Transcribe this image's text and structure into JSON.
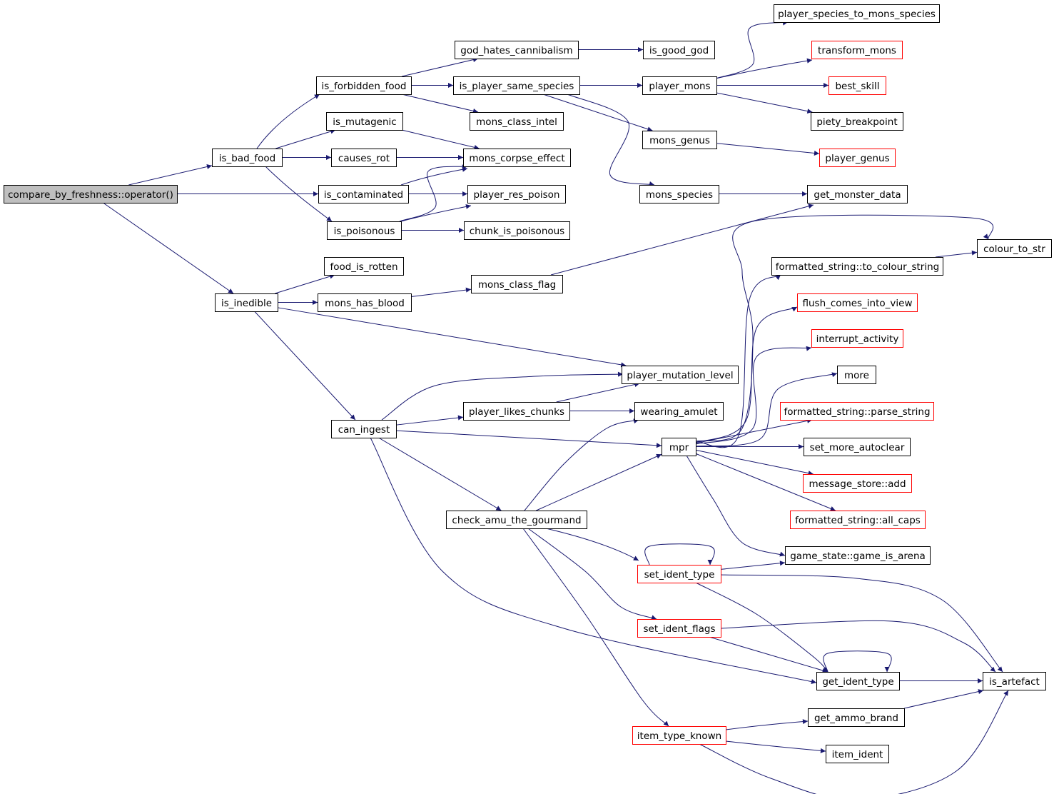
{
  "colors": {
    "edge": "#191970",
    "node_border": "#000000",
    "node_border_link": "#ff0000",
    "root_fill": "#bfbfbf",
    "node_fill": "#ffffff",
    "text": "#000000"
  },
  "nodes": {
    "root": {
      "label": "compare_by_freshness::operator()",
      "style": "root"
    },
    "is_bad_food": {
      "label": "is_bad_food",
      "style": "normal"
    },
    "is_contaminated": {
      "label": "is_contaminated",
      "style": "normal"
    },
    "is_inedible": {
      "label": "is_inedible",
      "style": "normal"
    },
    "is_forbidden_food": {
      "label": "is_forbidden_food",
      "style": "normal"
    },
    "is_mutagenic": {
      "label": "is_mutagenic",
      "style": "normal"
    },
    "causes_rot": {
      "label": "causes_rot",
      "style": "normal"
    },
    "is_poisonous": {
      "label": "is_poisonous",
      "style": "normal"
    },
    "god_hates_cannibalism": {
      "label": "god_hates_cannibalism",
      "style": "normal"
    },
    "is_player_same_species": {
      "label": "is_player_same_species",
      "style": "normal"
    },
    "mons_class_intel": {
      "label": "mons_class_intel",
      "style": "normal"
    },
    "mons_corpse_effect": {
      "label": "mons_corpse_effect",
      "style": "normal"
    },
    "player_res_poison": {
      "label": "player_res_poison",
      "style": "normal"
    },
    "chunk_is_poisonous": {
      "label": "chunk_is_poisonous",
      "style": "normal"
    },
    "is_good_god": {
      "label": "is_good_god",
      "style": "normal"
    },
    "player_mons": {
      "label": "player_mons",
      "style": "normal"
    },
    "mons_genus": {
      "label": "mons_genus",
      "style": "normal"
    },
    "mons_species": {
      "label": "mons_species",
      "style": "normal"
    },
    "player_species_to_mons_species": {
      "label": "player_species_to_mons_species",
      "style": "normal"
    },
    "transform_mons": {
      "label": "transform_mons",
      "style": "link"
    },
    "best_skill": {
      "label": "best_skill",
      "style": "link"
    },
    "piety_breakpoint": {
      "label": "piety_breakpoint",
      "style": "normal"
    },
    "player_genus": {
      "label": "player_genus",
      "style": "link"
    },
    "get_monster_data": {
      "label": "get_monster_data",
      "style": "normal"
    },
    "food_is_rotten": {
      "label": "food_is_rotten",
      "style": "normal"
    },
    "mons_has_blood": {
      "label": "mons_has_blood",
      "style": "normal"
    },
    "mons_class_flag": {
      "label": "mons_class_flag",
      "style": "normal"
    },
    "can_ingest": {
      "label": "can_ingest",
      "style": "normal"
    },
    "player_mutation_level": {
      "label": "player_mutation_level",
      "style": "normal"
    },
    "player_likes_chunks": {
      "label": "player_likes_chunks",
      "style": "normal"
    },
    "wearing_amulet": {
      "label": "wearing_amulet",
      "style": "normal"
    },
    "mpr": {
      "label": "mpr",
      "style": "normal"
    },
    "check_amu_the_gourmand": {
      "label": "check_amu_the_gourmand",
      "style": "normal"
    },
    "colour_to_str": {
      "label": "colour_to_str",
      "style": "normal"
    },
    "to_colour_string": {
      "label": "formatted_string::to_colour_string",
      "style": "normal"
    },
    "flush_comes_into_view": {
      "label": "flush_comes_into_view",
      "style": "link"
    },
    "interrupt_activity": {
      "label": "interrupt_activity",
      "style": "link"
    },
    "more": {
      "label": "more",
      "style": "normal"
    },
    "parse_string": {
      "label": "formatted_string::parse_string",
      "style": "link"
    },
    "set_more_autoclear": {
      "label": "set_more_autoclear",
      "style": "normal"
    },
    "message_store_add": {
      "label": "message_store::add",
      "style": "link"
    },
    "all_caps": {
      "label": "formatted_string::all_caps",
      "style": "link"
    },
    "game_is_arena": {
      "label": "game_state::game_is_arena",
      "style": "normal"
    },
    "set_ident_type": {
      "label": "set_ident_type",
      "style": "link"
    },
    "set_ident_flags": {
      "label": "set_ident_flags",
      "style": "link"
    },
    "get_ident_type": {
      "label": "get_ident_type",
      "style": "normal"
    },
    "is_artefact": {
      "label": "is_artefact",
      "style": "normal"
    },
    "get_ammo_brand": {
      "label": "get_ammo_brand",
      "style": "normal"
    },
    "item_type_known": {
      "label": "item_type_known",
      "style": "link"
    },
    "item_ident": {
      "label": "item_ident",
      "style": "normal"
    }
  },
  "edges": [
    [
      "root",
      "is_bad_food"
    ],
    [
      "root",
      "is_contaminated"
    ],
    [
      "root",
      "is_inedible"
    ],
    [
      "is_bad_food",
      "is_forbidden_food"
    ],
    [
      "is_bad_food",
      "is_mutagenic"
    ],
    [
      "is_bad_food",
      "causes_rot"
    ],
    [
      "is_bad_food",
      "is_poisonous"
    ],
    [
      "is_forbidden_food",
      "god_hates_cannibalism"
    ],
    [
      "is_forbidden_food",
      "is_player_same_species"
    ],
    [
      "is_forbidden_food",
      "mons_class_intel"
    ],
    [
      "god_hates_cannibalism",
      "is_good_god"
    ],
    [
      "is_player_same_species",
      "player_mons"
    ],
    [
      "is_player_same_species",
      "mons_genus"
    ],
    [
      "is_player_same_species",
      "mons_species"
    ],
    [
      "player_mons",
      "player_species_to_mons_species"
    ],
    [
      "player_mons",
      "transform_mons"
    ],
    [
      "player_mons",
      "best_skill"
    ],
    [
      "player_mons",
      "piety_breakpoint"
    ],
    [
      "mons_genus",
      "player_genus"
    ],
    [
      "mons_species",
      "get_monster_data"
    ],
    [
      "is_mutagenic",
      "mons_corpse_effect"
    ],
    [
      "causes_rot",
      "mons_corpse_effect"
    ],
    [
      "is_contaminated",
      "mons_corpse_effect"
    ],
    [
      "is_contaminated",
      "player_res_poison"
    ],
    [
      "is_poisonous",
      "mons_corpse_effect"
    ],
    [
      "is_poisonous",
      "player_res_poison"
    ],
    [
      "is_poisonous",
      "chunk_is_poisonous"
    ],
    [
      "is_inedible",
      "food_is_rotten"
    ],
    [
      "is_inedible",
      "mons_has_blood"
    ],
    [
      "is_inedible",
      "player_mutation_level"
    ],
    [
      "is_inedible",
      "can_ingest"
    ],
    [
      "mons_has_blood",
      "mons_class_flag"
    ],
    [
      "mons_class_flag",
      "get_monster_data"
    ],
    [
      "can_ingest",
      "player_mutation_level"
    ],
    [
      "can_ingest",
      "player_likes_chunks"
    ],
    [
      "can_ingest",
      "mpr"
    ],
    [
      "can_ingest",
      "check_amu_the_gourmand"
    ],
    [
      "can_ingest",
      "get_ident_type"
    ],
    [
      "player_likes_chunks",
      "player_mutation_level"
    ],
    [
      "player_likes_chunks",
      "wearing_amulet"
    ],
    [
      "check_amu_the_gourmand",
      "wearing_amulet"
    ],
    [
      "check_amu_the_gourmand",
      "mpr"
    ],
    [
      "check_amu_the_gourmand",
      "set_ident_type"
    ],
    [
      "check_amu_the_gourmand",
      "set_ident_flags"
    ],
    [
      "check_amu_the_gourmand",
      "item_type_known"
    ],
    [
      "mpr",
      "to_colour_string"
    ],
    [
      "mpr",
      "flush_comes_into_view"
    ],
    [
      "mpr",
      "interrupt_activity"
    ],
    [
      "mpr",
      "more"
    ],
    [
      "mpr",
      "parse_string"
    ],
    [
      "mpr",
      "set_more_autoclear"
    ],
    [
      "mpr",
      "message_store_add"
    ],
    [
      "mpr",
      "all_caps"
    ],
    [
      "mpr",
      "game_is_arena"
    ],
    [
      "mpr",
      "mpr"
    ],
    [
      "mpr",
      "colour_to_str"
    ],
    [
      "to_colour_string",
      "colour_to_str"
    ],
    [
      "set_ident_type",
      "set_ident_type"
    ],
    [
      "set_ident_type",
      "game_is_arena"
    ],
    [
      "set_ident_type",
      "get_ident_type"
    ],
    [
      "set_ident_type",
      "is_artefact"
    ],
    [
      "set_ident_flags",
      "get_ident_type"
    ],
    [
      "set_ident_flags",
      "is_artefact"
    ],
    [
      "get_ident_type",
      "get_ident_type"
    ],
    [
      "get_ident_type",
      "is_artefact"
    ],
    [
      "item_type_known",
      "get_ammo_brand"
    ],
    [
      "item_type_known",
      "item_ident"
    ],
    [
      "item_type_known",
      "is_artefact"
    ],
    [
      "get_ammo_brand",
      "is_artefact"
    ]
  ]
}
